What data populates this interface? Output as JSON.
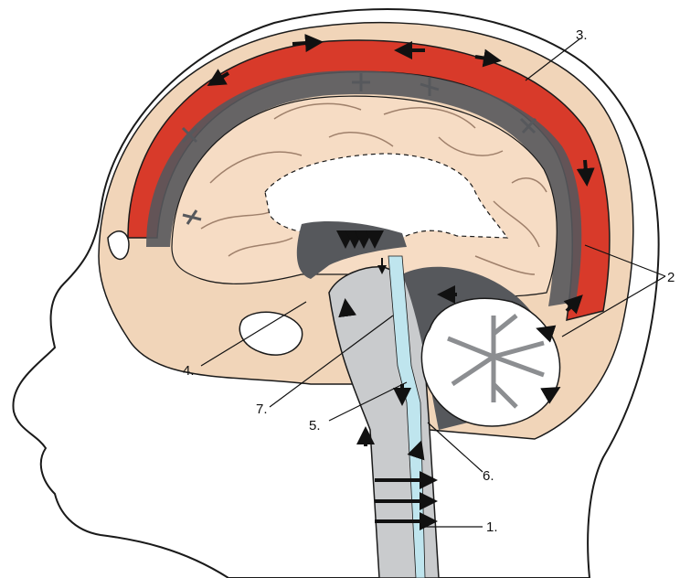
{
  "labels": {
    "l1": "1.",
    "l2": "2",
    "l3": "3.",
    "l4": "4.",
    "l5": "5.",
    "l6": "6.",
    "l7": "7."
  },
  "colors": {
    "skin": "#ffffff",
    "outline": "#1a1a1a",
    "skull": "#f1d5b9",
    "brain": "#f6dcc4",
    "sinus_red": "#d83a2a",
    "csf_dark": "#56585c",
    "spinal_gray": "#c9cbcd",
    "canal_blue": "#bfe5ee",
    "arrow": "#111111"
  }
}
